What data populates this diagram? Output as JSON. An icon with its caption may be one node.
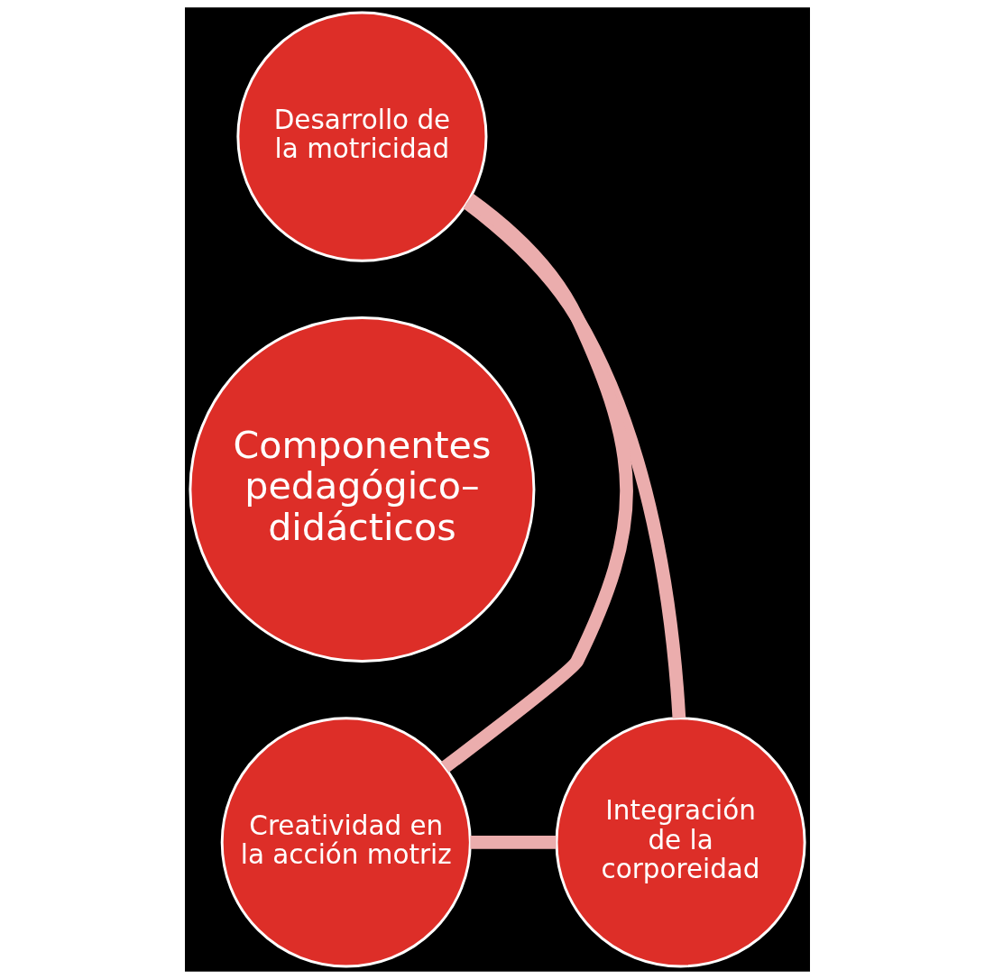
{
  "diagram": {
    "nodes": [
      {
        "text": [
          "Desarrollo de la motricidad"
        ]
      },
      {
        "text": [
          "Componentes pedagógico– didácticos"
        ]
      },
      {
        "text": [
          "Creatividad en la acción motriz"
        ]
      },
      {
        "text": [
          "Integración de la corporeidad"
        ]
      }
    ],
    "edges": [
      {
        "from": 0,
        "to": 3,
        "arrow": "none"
      },
      {
        "from": 3,
        "to": 2,
        "arrow": "none"
      },
      {
        "from": 2,
        "to": 0,
        "arrow": "none"
      }
    ]
  }
}
